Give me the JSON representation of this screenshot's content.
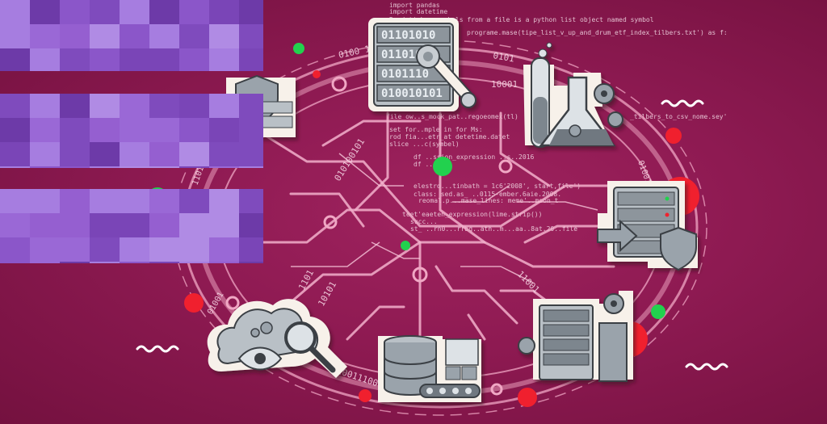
{
  "code_lines": [
    "import pandas",
    "import datetime",
    "Read ticker symbols from a file is a python list object named symbol",
    "programe.mase(tipe_list_v_up_and_drum_etf_index_tilbers.txt') as f:",
    "file_ow..s_mock_pat..regoeomex(tl)",
    "set for..mple in for Ms:",
    "rod fia...etr_at detetime.datet",
    "slice ...c(symbel)",
    "df ..ssion_expression ..s..2016",
    "df ..",
    "elestro...tinbath = 1c6'2008', start,file')",
    "class: sed.as_ ..0115-ember.6aie.2008.",
    "reomal.p...mase_lines: meme'..moon_t",
    "teet'eaeten_expression(lime.strip())",
    "succ...",
    "st_ ..rn0...rrbq..ath..m...aa..8at.20..file",
    "_tilbers_to_csv_nome.sey'"
  ],
  "binary_ring": [
    "0100 1101",
    "0101",
    "010100101",
    "10001",
    "110011100",
    "10101",
    "1101",
    "01001",
    "11001",
    "0101001",
    "1101",
    "01001"
  ],
  "panel_bits": [
    "01101010",
    "01101010",
    "0101110",
    "010010101"
  ],
  "icons": [
    "binary-wrench-icon",
    "lab-flask-icon",
    "server-shield-icon",
    "server-gears-icon",
    "database-conveyor-icon",
    "cloud-eye-search-icon",
    "shield-server-icon",
    "gear-icon"
  ],
  "colors": {
    "background": "#8e1a52",
    "circuit": "#f0a7c4",
    "icon_face": "#b9c0c6",
    "icon_outline": "#3b3f45",
    "icon_sticker": "#f7f1ea",
    "accent_green": "#22d14e",
    "accent_red": "#f0202e",
    "censor_purple": "#8b56c9"
  }
}
